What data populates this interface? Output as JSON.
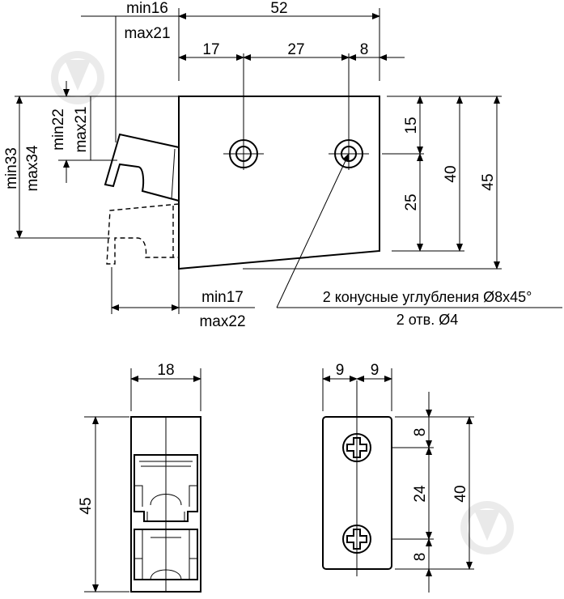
{
  "top_view": {
    "dim_min16": "min16",
    "dim_max21_top": "max21",
    "dim_52": "52",
    "dim_17": "17",
    "dim_27": "27",
    "dim_8": "8",
    "dim_15": "15",
    "dim_40": "40",
    "dim_45": "45",
    "dim_25": "25",
    "dim_min22": "min22",
    "dim_max21_left": "max21",
    "dim_min33": "min33",
    "dim_max34": "max34",
    "dim_min17": "min17",
    "dim_max22": "max22",
    "note_line1": "2 конусные углубления Ø8x45°",
    "note_line2": "2 отв. Ø4"
  },
  "side_view": {
    "dim_18": "18",
    "dim_45": "45"
  },
  "front_view": {
    "dim_9_left": "9",
    "dim_9_right": "9",
    "dim_8_top": "8",
    "dim_24": "24",
    "dim_8_bottom": "8",
    "dim_40": "40"
  },
  "icons": [
    "watermark-icon"
  ]
}
